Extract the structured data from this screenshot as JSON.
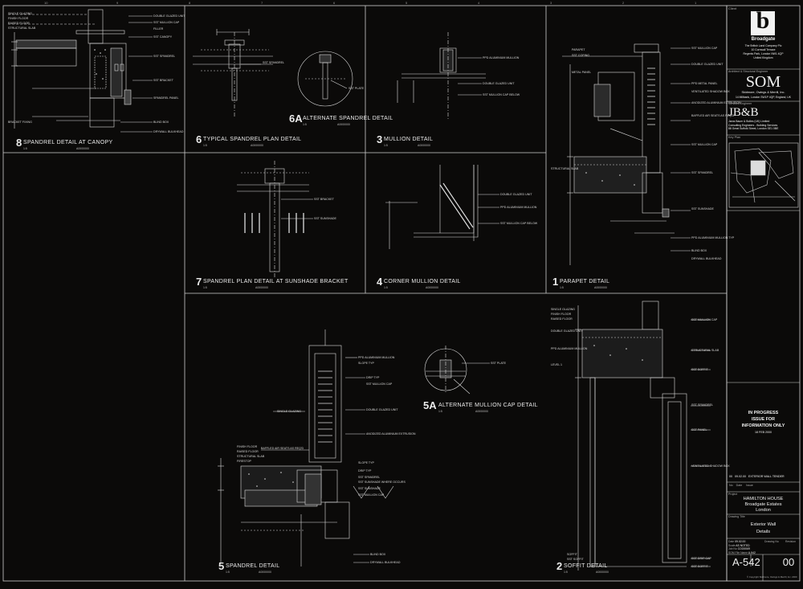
{
  "title_block": {
    "client_logo_letter": "b",
    "client_name": "Broadgate",
    "client_address": [
      "The British Land Company Plc",
      "10 Cornwall Terrace",
      "Regents Park, London NW1 4QP",
      "United Kingdom"
    ],
    "architect_role": "Architect & Structural Engineer",
    "architect_logo": "SOM",
    "architect_name": "Skidmore, Owings & Merrill, Inc.",
    "architect_address": "14 Millbank, London SW1P 4QP, England, UK",
    "services_role": "Services Engineer",
    "services_logo": "JB&B",
    "services_lines": [
      "Jaros Baum & Bolles (UK) Limited",
      "Consulting Engineers - Building Services",
      "88 Great Suffolk Street, London SE1 0BE"
    ],
    "key_plan_label": "Key Plan",
    "status_lines": [
      "IN PROGRESS",
      "ISSUE FOR",
      "INFORMATION ONLY"
    ],
    "status_date": "18 FEB 2000",
    "revisions": [
      {
        "rev": "00",
        "date": "09.02.00",
        "text": "EXTERIOR WALL TENDER"
      }
    ],
    "revisions_head": [
      "No",
      "Date",
      "Issue"
    ],
    "project_label": "Project",
    "project_lines": [
      "HAMILTON HOUSE",
      "Broadgate Estates",
      "London"
    ],
    "drawing_label": "Drawing Title",
    "drawing_lines": [
      "Exterior Wall",
      "Details"
    ],
    "date_label": "Date",
    "date_value": "09.02.00",
    "scale_label": "Scale",
    "scale_value": "AS NOTED",
    "job_label": "Job No",
    "job_value": "COO0069",
    "project_drawing_label": "SOM File Name",
    "project_drawing_value": "A-542",
    "drawing_no_label": "Drawing No",
    "drawing_no": "A-542",
    "revision_label": "Revision",
    "revision": "00",
    "copyright": "© Copyright Skidmore, Owings & Merrill, Inc. 2000"
  },
  "details": [
    {
      "key": "d8",
      "number": "8",
      "title": "SPANDREL DETAIL AT CANOPY",
      "scale": "1:5",
      "code": "A0000000"
    },
    {
      "key": "d6",
      "number": "6",
      "title": "TYPICAL SPANDREL PLAN DETAIL",
      "scale": "1:5",
      "code": "A0000000"
    },
    {
      "key": "d6a",
      "number": "6A",
      "title": "ALTERNATE SPANDREL DETAIL",
      "scale": "1:5",
      "code": "A0000000"
    },
    {
      "key": "d3",
      "number": "3",
      "title": "MULLION DETAIL",
      "scale": "1:5",
      "code": "A0000000"
    },
    {
      "key": "d1",
      "number": "1",
      "title": "PARAPET DETAIL",
      "scale": "1:5",
      "code": "A0000000"
    },
    {
      "key": "d7",
      "number": "7",
      "title": "SPANDREL PLAN DETAIL AT SUNSHADE BRACKET",
      "scale": "1:5",
      "code": "A0000000"
    },
    {
      "key": "d4",
      "number": "4",
      "title": "CORNER MULLION DETAIL",
      "scale": "1:5",
      "code": "A0000000"
    },
    {
      "key": "d5",
      "number": "5",
      "title": "SPANDREL DETAIL",
      "scale": "1:5",
      "code": "A0000000"
    },
    {
      "key": "d5a",
      "number": "5A",
      "title": "ALTERNATE MULLION CAP DETAIL",
      "scale": "1:5",
      "code": "A0000000"
    },
    {
      "key": "d2",
      "number": "2",
      "title": "SOFFIT DETAIL",
      "scale": "1:5",
      "code": "A0000000"
    }
  ],
  "notes": {
    "d8": [
      "SINGLE GLAZING",
      "FINISH FLOOR",
      "RAISED FLOOR",
      "STRUCTURAL SLAB",
      "DOUBLE GLAZED UNIT",
      "SST MULLION CAP",
      "FILLER",
      "SST CANOPY",
      "SST SPANDREL",
      "SST BRACKET",
      "SPANDREL PANEL",
      "BRACKET FIXING",
      "BLIND BOX",
      "DRYWALL BULKHEAD"
    ],
    "d6": [
      "SST SPANDREL"
    ],
    "d6a": [
      "SST PLATE"
    ],
    "d3": [
      "PPD ALUMINIUM MULLION",
      "DOUBLE GLAZED UNIT",
      "SST MULLION CAP BELOW"
    ],
    "d1": [
      "PARAPET",
      "SST COPING",
      "METAL PANEL",
      "SST MULLION CAP",
      "DOUBLE GLAZED UNIT",
      "PPD METAL PANEL",
      "VENTILATED SHADOW BOX",
      "ANODIZED ALUMINIUM EXTRUSION",
      "BAFFLED AIR SEATS AS REQ'D",
      "SST MULLION CAP",
      "SST SPANDREL",
      "STRUCTURAL SLAB",
      "SST SUNSHADE",
      "PPD ALUMINIUM MULLION TYP",
      "BLIND BOX",
      "DRYWALL BULKHEAD"
    ],
    "d7": [
      "SST BRACKET",
      "SST SUNSHADE"
    ],
    "d4": [
      "DOUBLE GLAZED UNIT",
      "PPD ALUMINIUM MULLION",
      "SST MULLION CAP BELOW"
    ],
    "d5": [
      "PPD ALUMINIUM MULLION",
      "SLOPE TYP",
      "DRIP TYP",
      "SST MULLION CAP",
      "SINGLE GLAZING",
      "DOUBLE GLAZED UNIT",
      "ANODIZED ALUMINIUM EXTRUSION",
      "FINISH FLOOR",
      "RAISED FLOOR",
      "STRUCTURAL SLAB",
      "BAFFLED AIR SEATS AS REQ'D",
      "SLOPE TYP",
      "FIRESTOP",
      "DRIP TYP",
      "SST SPANDREL",
      "SST SUNSHADE WHERE OCCURS",
      "SST SUNSHADE",
      "SST MULLION CAP",
      "BLIND BOX",
      "DRYWALL BULKHEAD"
    ],
    "d5a": [
      "SST PLATE"
    ],
    "d2": [
      "SINGLE GLAZING",
      "FINISH FLOOR",
      "RAISED FLOOR",
      "SST MULLION CAP",
      "DOUBLE GLAZED UNIT",
      "LEVEL 1",
      "STRUCTURAL SLAB",
      "SST SPANDREL",
      "PPD ALUMINIUM MULLION",
      "SST SOFFIT",
      "SST PANEL",
      "VENTILATED SHADOW BOX",
      "SOFFIT",
      "SST SOFFIT",
      "SST DRIP CAP",
      "SST SOFFIT"
    ]
  },
  "grid_numbers": [
    "10",
    "9",
    "8",
    "7",
    "6",
    "5",
    "4",
    "3",
    "2",
    "1"
  ]
}
